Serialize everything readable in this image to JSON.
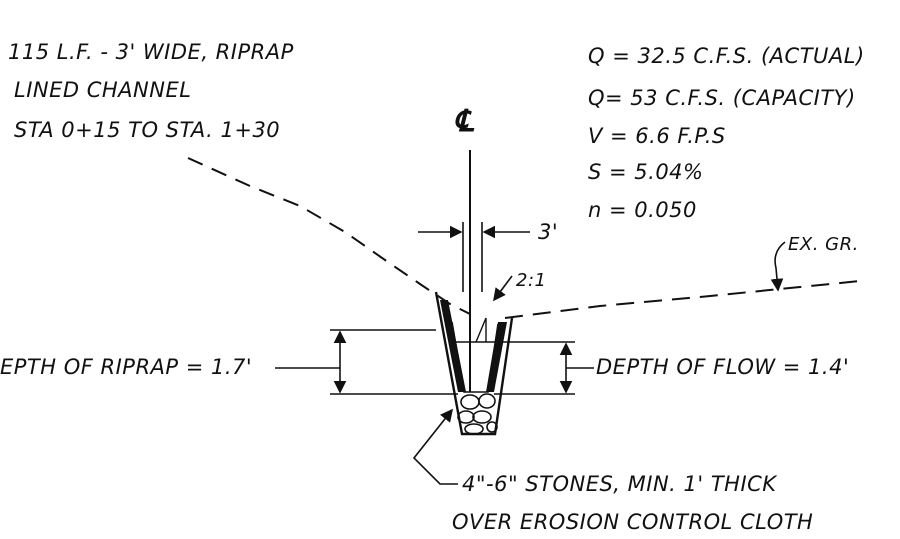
{
  "title_lines": [
    "115 L.F. - 3' WIDE, RIPRAP",
    "LINED CHANNEL",
    "STA 0+15  TO  STA. 1+30"
  ],
  "hydraulics": [
    "Q = 32.5 C.F.S. (ACTUAL)",
    "Q= 53 C.F.S. (CAPACITY)",
    "V = 6.6 F.P.S",
    "S = 5.04%",
    "n = 0.050"
  ],
  "centerline_symbol": "℄",
  "bottom_width_label": "3'",
  "side_slope_label": "2:1",
  "existing_ground_label": "EX. GR.",
  "riprap_depth_label": "EPTH OF RIPRAP = 1.7'",
  "flow_depth_label": "DEPTH OF FLOW = 1.4'",
  "stone_note_lines": [
    "4\"-6\" STONES, MIN. 1' THICK",
    "OVER EROSION CONTROL CLOTH"
  ],
  "colors": {
    "ink": "#111111",
    "paper": "#ffffff"
  }
}
